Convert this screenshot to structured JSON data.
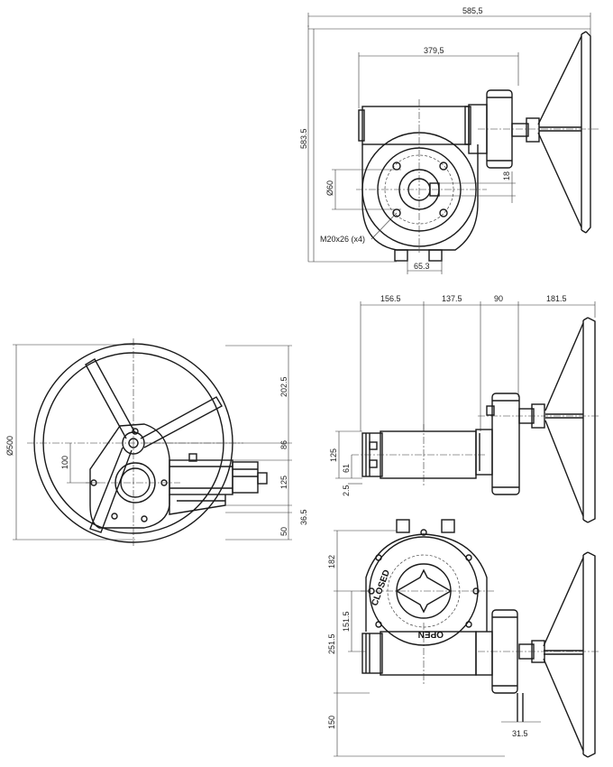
{
  "top_view": {
    "dim_total_width": "585,5",
    "dim_width": "379,5",
    "dim_height": "583.5",
    "dim_bore": "Ø60",
    "dim_key": "18",
    "dim_bolt": "M20x26 (x4)",
    "dim_foot": "65.3"
  },
  "left_view": {
    "dim_wheel": "Ø500",
    "dim_100": "100",
    "dim_202": "202.5",
    "dim_86": "86",
    "dim_125": "125",
    "dim_36": "36.5",
    "dim_50": "50"
  },
  "mid_view": {
    "dim_156": "156.5",
    "dim_137": "137.5",
    "dim_90": "90",
    "dim_181": "181.5",
    "dim_125": "125",
    "dim_61": "61",
    "dim_2": "2.5"
  },
  "bottom_view": {
    "dim_182": "182",
    "dim_151": "151.5",
    "dim_251": "251.5",
    "dim_150": "150",
    "dim_31": "31.5",
    "label_closed": "CLOSED",
    "label_open": "OPEN"
  }
}
